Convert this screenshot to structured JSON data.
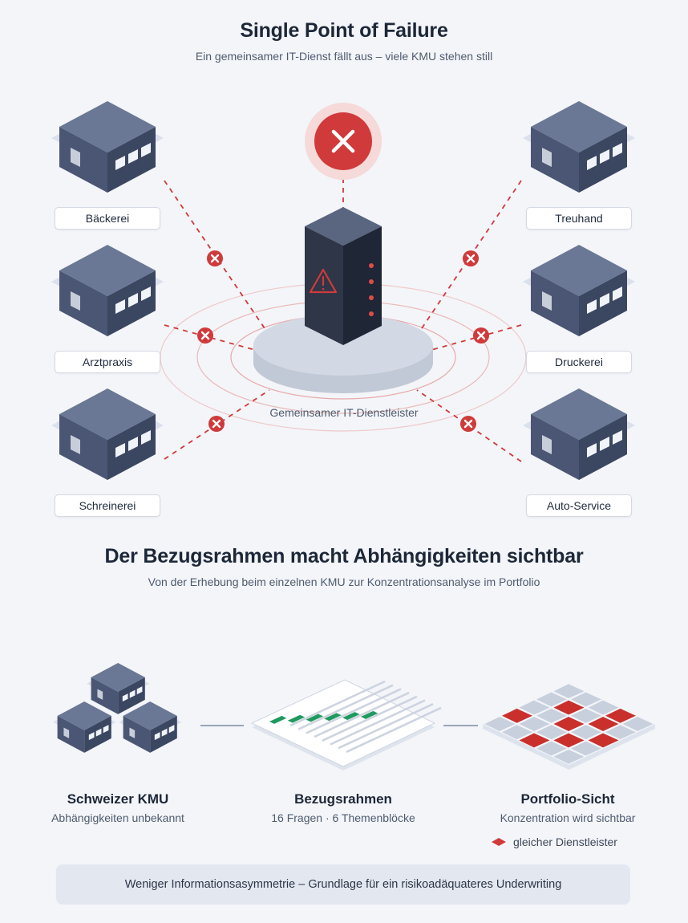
{
  "section1": {
    "title": "Single Point of Failure",
    "subtitle": "Ein gemeinsamer IT-Dienst fällt aus – viele KMU stehen still",
    "hub_label": "Gemeinsamer IT-Dienstleister",
    "companies_left": [
      "Bäckerei",
      "Arztpraxis",
      "Schreinerei"
    ],
    "companies_right": [
      "Treuhand",
      "Druckerei",
      "Auto-Service"
    ]
  },
  "section2": {
    "title": "Der Bezugsrahmen macht Abhängigkeiten sichtbar",
    "subtitle": "Von der Erhebung beim einzelnen KMU zur Konzentrationsanalyse im Portfolio",
    "stages": [
      {
        "title": "Schweizer KMU",
        "subtitle": "Abhängigkeiten unbekannt"
      },
      {
        "title": "Bezugsrahmen",
        "subtitle": "16 Fragen · 6 Themenblöcke"
      },
      {
        "title": "Portfolio-Sicht",
        "subtitle": "Konzentration wird sichtbar"
      }
    ],
    "legend": "gleicher Dienstleister",
    "banner": "Weniger Informationsasymmetrie – Grundlage für ein risikoadäquateres Underwriting"
  },
  "colors": {
    "alert_red": "#d03a3a",
    "building_top": "#5f6e8c",
    "building_front": "#3b4661",
    "check_green": "#1f9a5e",
    "background": "#f3f5f9"
  }
}
